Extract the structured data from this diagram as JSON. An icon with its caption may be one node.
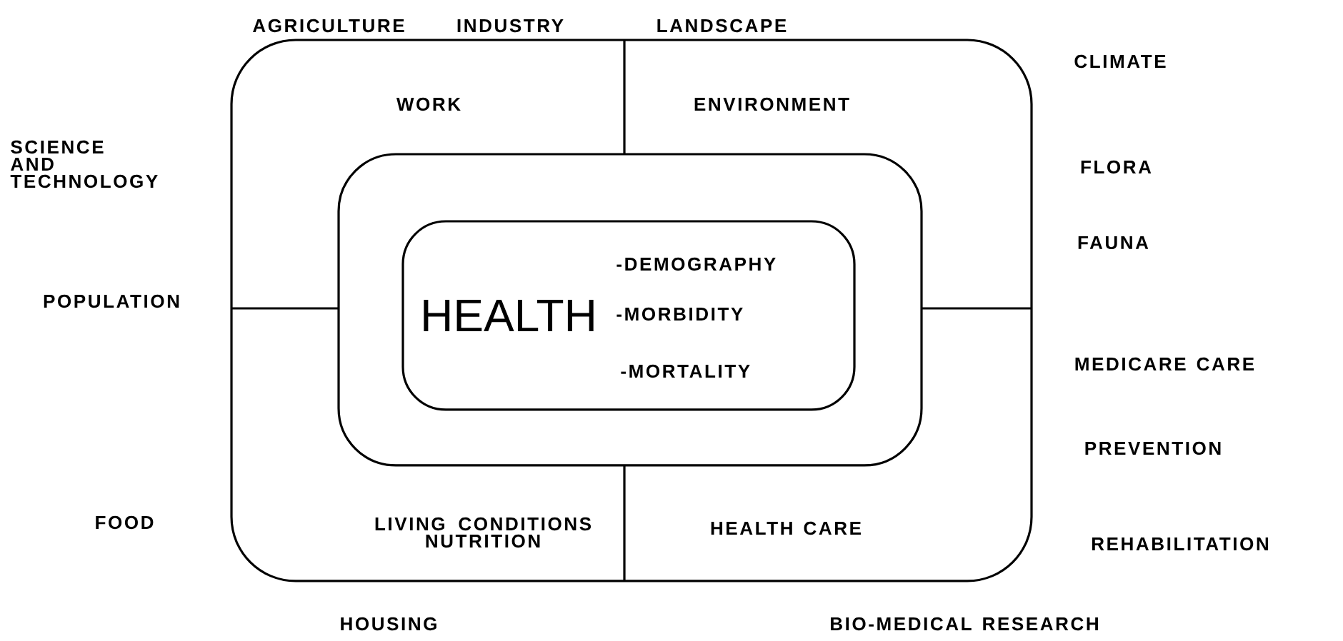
{
  "diagram": {
    "nodes": [
      {
        "text": [
          "WORK",
          "ENVIRONMENT",
          "LIVING CONDITIONS NUTRITION",
          "HEALTH CARE"
        ]
      },
      {
        "text": [],
        "shape": "box",
        "in": 0
      },
      {
        "text": [
          "HEALTH",
          "-DEMOGRAPHY",
          "-MORBIDITY",
          "-MORTALITY"
        ],
        "in": 1
      }
    ],
    "labels": [
      "AGRICULTURE",
      "INDUSTRY",
      "LANDSCAPE",
      "CLIMATE",
      "SCIENCE AND TECHNOLOGY",
      "FLORA",
      "FAUNA",
      "POPULATION",
      "MEDICARE CARE",
      "PREVENTION",
      "FOOD",
      "REHABILITATION",
      "HOUSING",
      "BIO-MEDICAL RESEARCH"
    ]
  }
}
